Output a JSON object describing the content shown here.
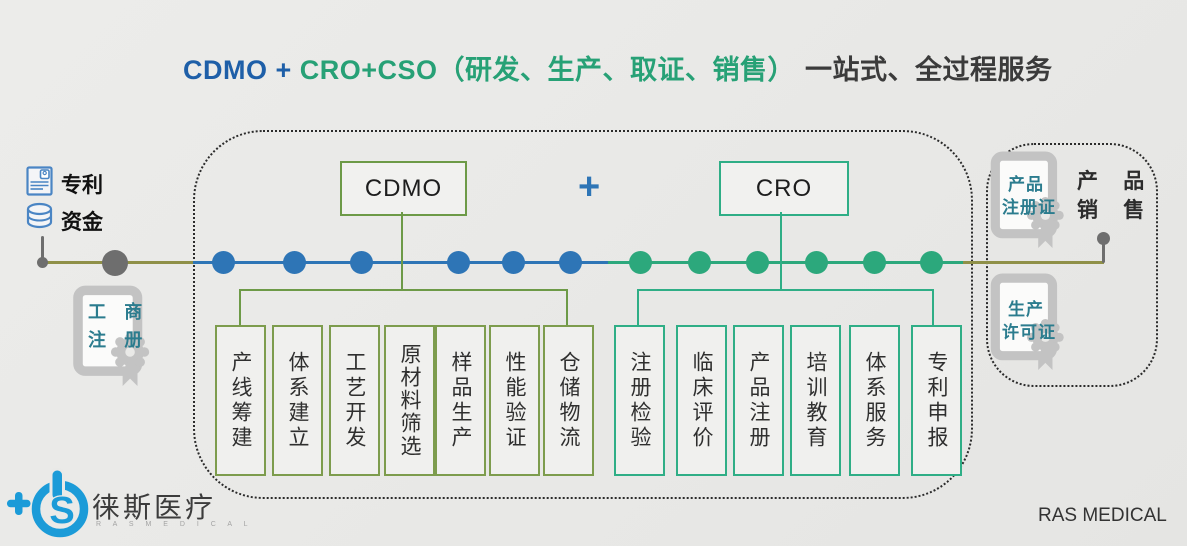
{
  "title": {
    "blue": "CDMO + ",
    "green": "CRO+CSO（研发、生产、取证、销售）",
    "dark": "一站式、全过程服务"
  },
  "left_inputs": {
    "patent_label": "专利",
    "funds_label": "资金"
  },
  "left_badge": {
    "line1": "工 商",
    "line2": "注 册"
  },
  "cdmo": {
    "label": "CDMO",
    "items": [
      "产线筹建",
      "体系建立",
      "工艺开发",
      "原材料筛选",
      "样品生产",
      "性能验证",
      "仓储物流"
    ]
  },
  "plus_sign": "+",
  "cro": {
    "label": "CRO",
    "items": [
      "注册检验",
      "临床评价",
      "产品注册",
      "培训教育",
      "体系服务",
      "专利申报"
    ]
  },
  "right_panel": {
    "cert1_line1": "产品",
    "cert1_line2": "注册证",
    "sales_line1": "产 品",
    "sales_line2": "销 售",
    "cert2_line1": "生产",
    "cert2_line2": "许可证"
  },
  "footer": {
    "logo_text": "徕斯医疗",
    "logo_sub": "R A S   M E D I C A L",
    "brand": "RAS MEDICAL"
  },
  "colors": {
    "cdmo_blue": "#2e75b6",
    "cro_green": "#2ca87c",
    "olive_line": "#8f9048",
    "olive_border": "#7d9c4d",
    "teal_border": "#2fae86",
    "cert_text_teal": "#2b7c8e",
    "title_blue": "#1e5fa8",
    "title_green": "#27a176",
    "logo_blue": "#1b9bd8",
    "gray_node": "#6e6e6e"
  }
}
